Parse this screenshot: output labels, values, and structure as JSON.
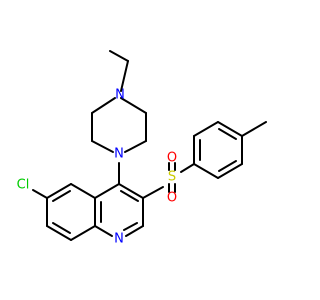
{
  "atoms": [
    {
      "id": "N_pip_top",
      "symbol": "N",
      "color": "#0000ff"
    },
    {
      "id": "N_pip_bot",
      "symbol": "N",
      "color": "#0000ff"
    },
    {
      "id": "S",
      "symbol": "S",
      "color": "#cccc00"
    },
    {
      "id": "O_top",
      "symbol": "O",
      "color": "#ff0000"
    },
    {
      "id": "O_bot",
      "symbol": "O",
      "color": "#ff0000"
    },
    {
      "id": "Cl",
      "symbol": "Cl",
      "color": "#00cc00"
    },
    {
      "id": "N_quin",
      "symbol": "N",
      "color": "#0000ff"
    }
  ]
}
